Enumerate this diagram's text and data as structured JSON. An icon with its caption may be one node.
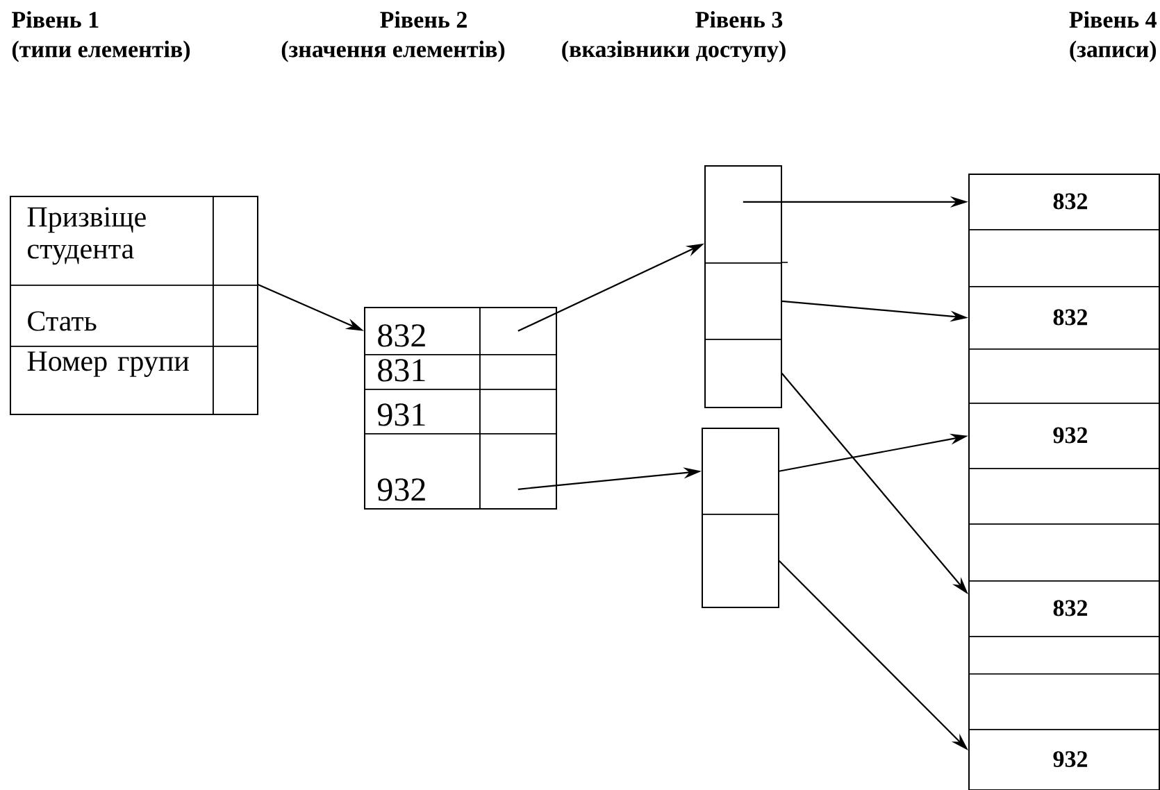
{
  "diagram": {
    "nodes": [
      {
        "text": [],
        "shape": "box"
      },
      {
        "text": [
          "Призвіще студента"
        ],
        "in": 0
      },
      {
        "text": [],
        "shape": "box",
        "in": 0
      },
      {
        "text": [
          "Стать"
        ],
        "in": 0
      },
      {
        "text": [],
        "shape": "box",
        "in": 0
      },
      {
        "text": [
          "Номер групи"
        ],
        "in": 0
      },
      {
        "text": [],
        "shape": "box",
        "in": 0
      },
      {
        "text": [],
        "shape": "box"
      },
      {
        "text": [
          "832"
        ],
        "in": 7
      },
      {
        "text": [],
        "shape": "box",
        "in": 7
      },
      {
        "text": [
          "831"
        ],
        "in": 7
      },
      {
        "text": [],
        "shape": "box",
        "in": 7
      },
      {
        "text": [
          "931"
        ],
        "in": 7
      },
      {
        "text": [],
        "shape": "box",
        "in": 7
      },
      {
        "text": [
          "932"
        ],
        "in": 7
      },
      {
        "text": [],
        "shape": "box",
        "in": 7
      },
      {
        "text": [],
        "shape": "box"
      },
      {
        "text": [],
        "shape": "box",
        "in": 16
      },
      {
        "text": [],
        "shape": "box",
        "in": 16
      },
      {
        "text": [],
        "shape": "box",
        "in": 16
      },
      {
        "text": [],
        "shape": "box"
      },
      {
        "text": [],
        "shape": "box",
        "in": 20
      },
      {
        "text": [],
        "shape": "box",
        "in": 20
      },
      {
        "text": [],
        "shape": "box"
      },
      {
        "text": [
          "832"
        ],
        "in": 23
      },
      {
        "text": [],
        "shape": "box",
        "in": 23
      },
      {
        "text": [
          "832"
        ],
        "in": 23
      },
      {
        "text": [],
        "shape": "box",
        "in": 23
      },
      {
        "text": [
          "932"
        ],
        "in": 23
      },
      {
        "text": [],
        "shape": "box",
        "in": 23
      },
      {
        "text": [],
        "shape": "box",
        "in": 23
      },
      {
        "text": [
          "832"
        ],
        "in": 23
      },
      {
        "text": [],
        "shape": "box",
        "in": 23
      },
      {
        "text": [],
        "shape": "box",
        "in": 23
      },
      {
        "text": [
          "932"
        ],
        "in": 23
      }
    ],
    "edges": [
      {
        "from": 4,
        "to": 8,
        "arrow": "to"
      },
      {
        "from": 9,
        "to": 17,
        "arrow": "to"
      },
      {
        "from": 15,
        "to": 21,
        "arrow": "to"
      },
      {
        "from": 17,
        "to": 24,
        "arrow": "to"
      },
      {
        "from": 18,
        "to": 26,
        "arrow": "to"
      },
      {
        "from": 19,
        "to": 31,
        "arrow": "to"
      },
      {
        "from": 21,
        "to": 28,
        "arrow": "to"
      },
      {
        "from": 22,
        "to": 34,
        "arrow": "to"
      }
    ],
    "labels": [
      "Рівень 1",
      "Рівень 2",
      "Рівень 3",
      "Рівень 4",
      "(типи елементів)",
      "(значення елементів)",
      "(вказівники доступу)",
      "(записи)"
    ]
  }
}
